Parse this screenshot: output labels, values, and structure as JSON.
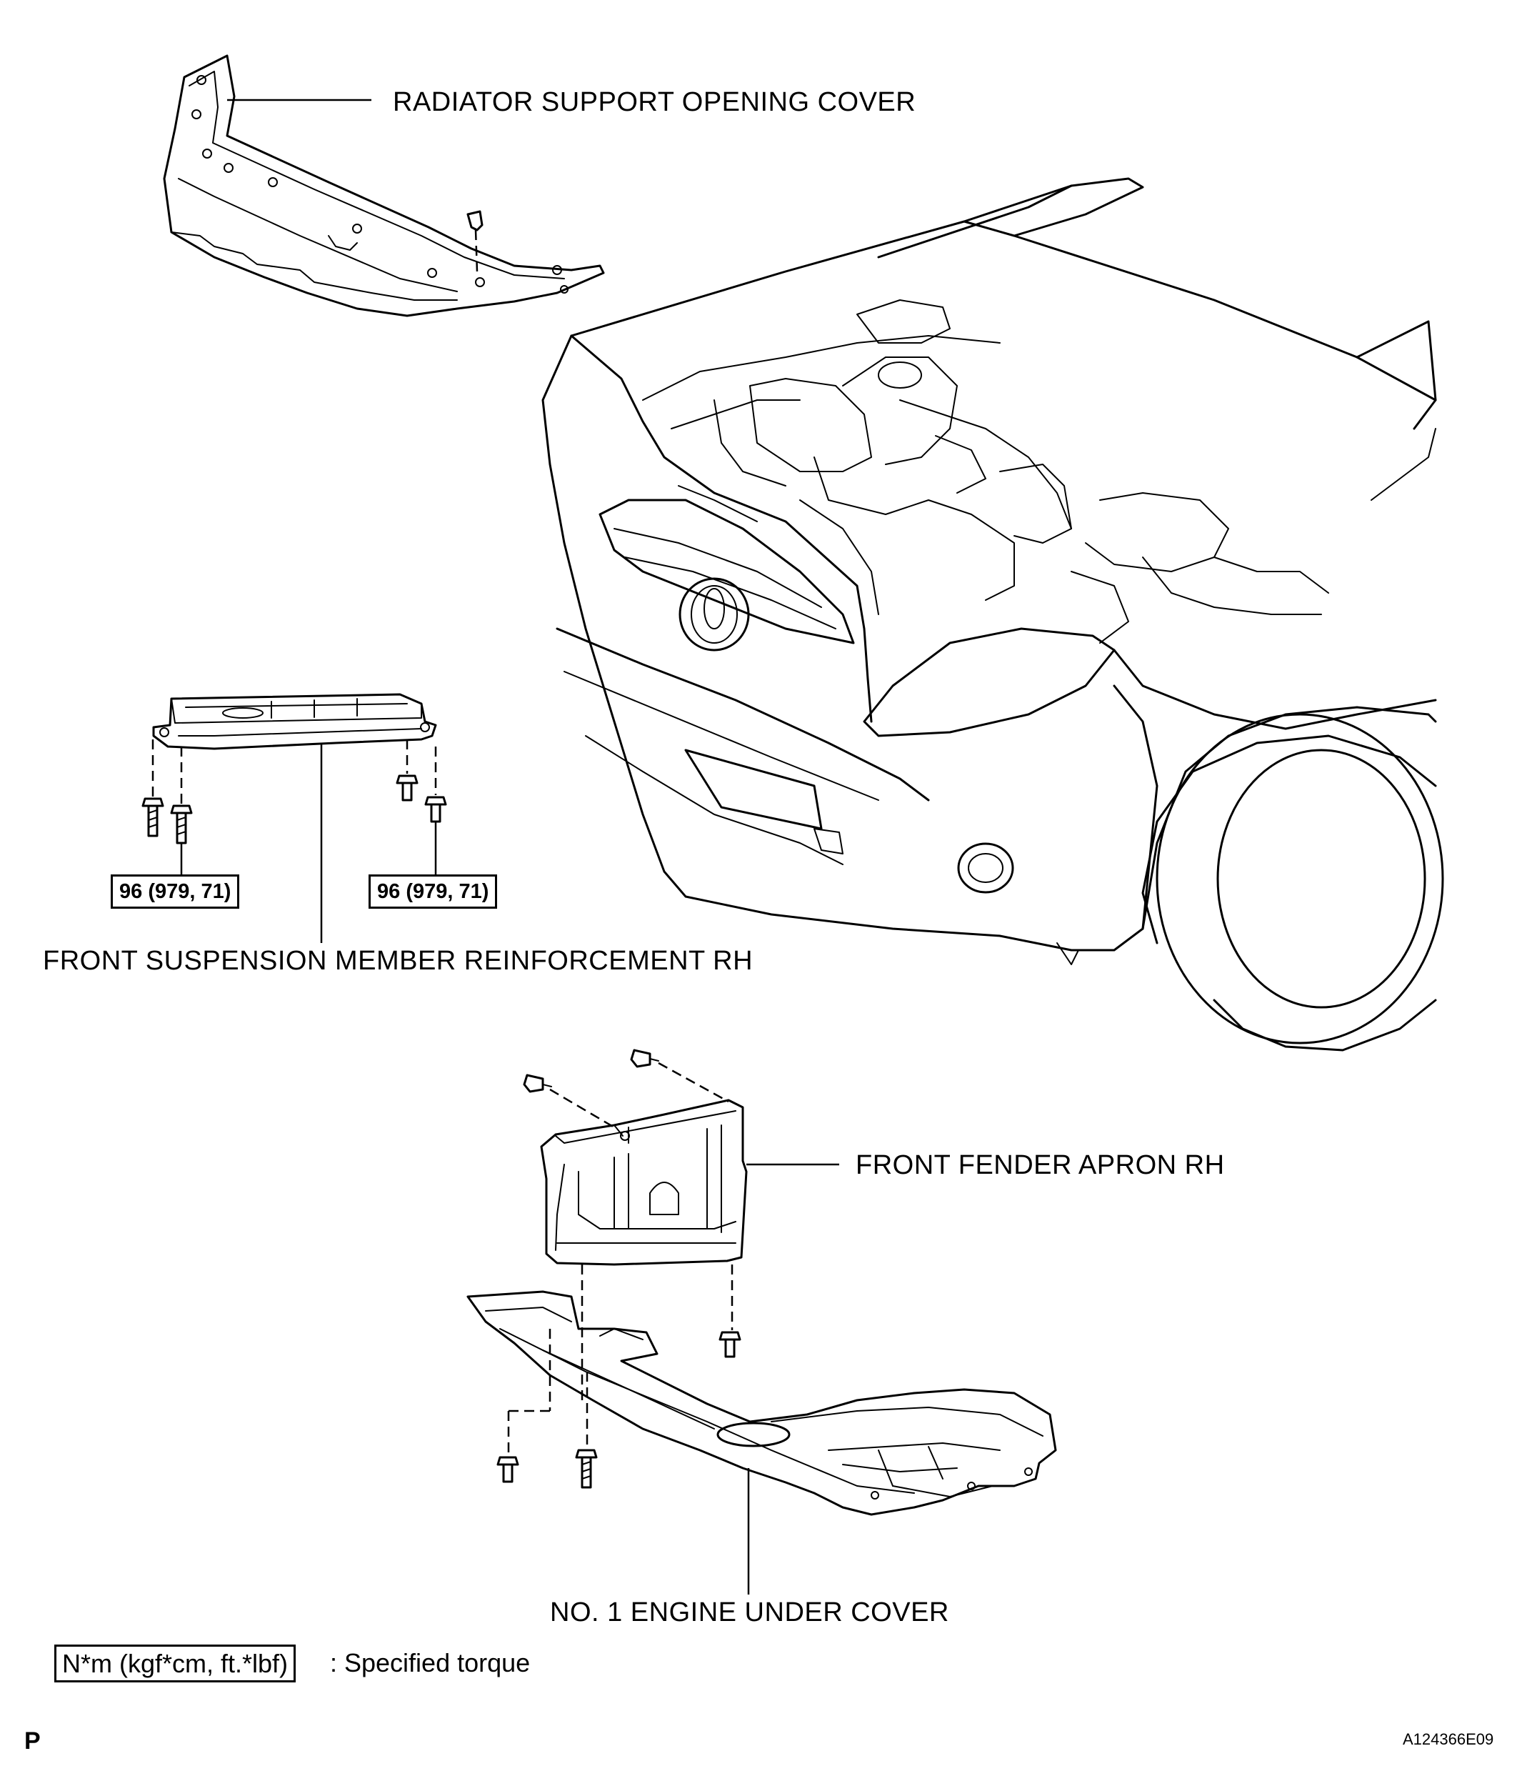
{
  "labels": {
    "radiator_cover": "RADIATOR SUPPORT OPENING COVER",
    "suspension_reinforcement": "FRONT SUSPENSION MEMBER REINFORCEMENT RH",
    "fender_apron": "FRONT FENDER APRON RH",
    "engine_under_cover": "NO. 1 ENGINE UNDER COVER"
  },
  "torque": {
    "left": "96 (979, 71)",
    "right": "96 (979, 71)"
  },
  "legend": {
    "box": "N*m (kgf*cm, ft.*lbf)",
    "text": ": Specified torque"
  },
  "footer": {
    "corner_letter": "P",
    "illustration_code": "A124366E09"
  }
}
